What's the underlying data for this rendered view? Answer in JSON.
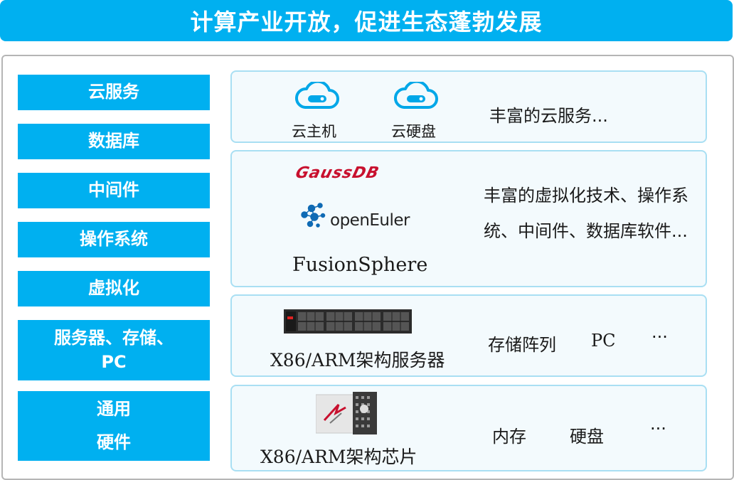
{
  "title": "计算产业开放，促进生态蓬勃发展",
  "layers": [
    {
      "label": "云服务"
    },
    {
      "label": "数据库"
    },
    {
      "label": "中间件"
    },
    {
      "label": "操作系统"
    },
    {
      "label": "虚拟化"
    },
    {
      "label": "服务器、存储、\nPC"
    },
    {
      "label": "通用\n硬件"
    }
  ],
  "cloud": {
    "items": [
      {
        "label": "云主机",
        "icon": "cloud-server-icon"
      },
      {
        "label": "云硬盘",
        "icon": "cloud-disk-icon"
      }
    ],
    "desc": "丰富的云服务..."
  },
  "software": {
    "logos": [
      {
        "text": "GaussDB",
        "icon": "gaussdb-logo"
      },
      {
        "text": "openEuler",
        "icon": "openeuler-logo"
      }
    ],
    "fusion": "FusionSphere",
    "desc": "丰富的虚拟化技术、操作系统、中间件、数据库软件..."
  },
  "server": {
    "caption": "X86/ARM架构服务器",
    "items": [
      "存储阵列",
      "PC",
      "···"
    ]
  },
  "hardware": {
    "caption": "X86/ARM架构芯片",
    "items": [
      "内存",
      "硬盘",
      "···"
    ]
  },
  "colors": {
    "accent": "#00b0f0",
    "panel_border": "#a9dff3",
    "gauss_red": "#c8102e"
  }
}
